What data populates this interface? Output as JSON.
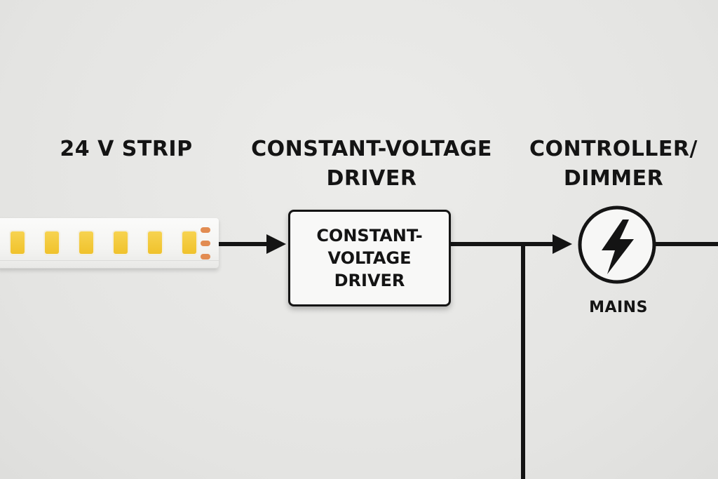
{
  "labels": {
    "strip": "24 V STRIP",
    "driver_heading_line1": "CONSTANT-VOLTAGE",
    "driver_heading_line2": "DRIVER",
    "controller_line1": "CONTROLLER/",
    "controller_line2": "DIMMER",
    "driver_box_line1": "CONSTANT-",
    "driver_box_line2": "VOLTAGE",
    "driver_box_line3": "DRIVER",
    "mains": "MAINS"
  },
  "icons": {
    "mains": "lightning-bolt-icon",
    "arrow": "arrow-right-icon"
  },
  "colors": {
    "background": "#e6e6e4",
    "ink": "#141414",
    "led": "#f0c22c",
    "strip_pad": "#e28c52",
    "strip": "#f6f6f4"
  },
  "strip": {
    "led_count": 6,
    "pad_count": 3
  }
}
